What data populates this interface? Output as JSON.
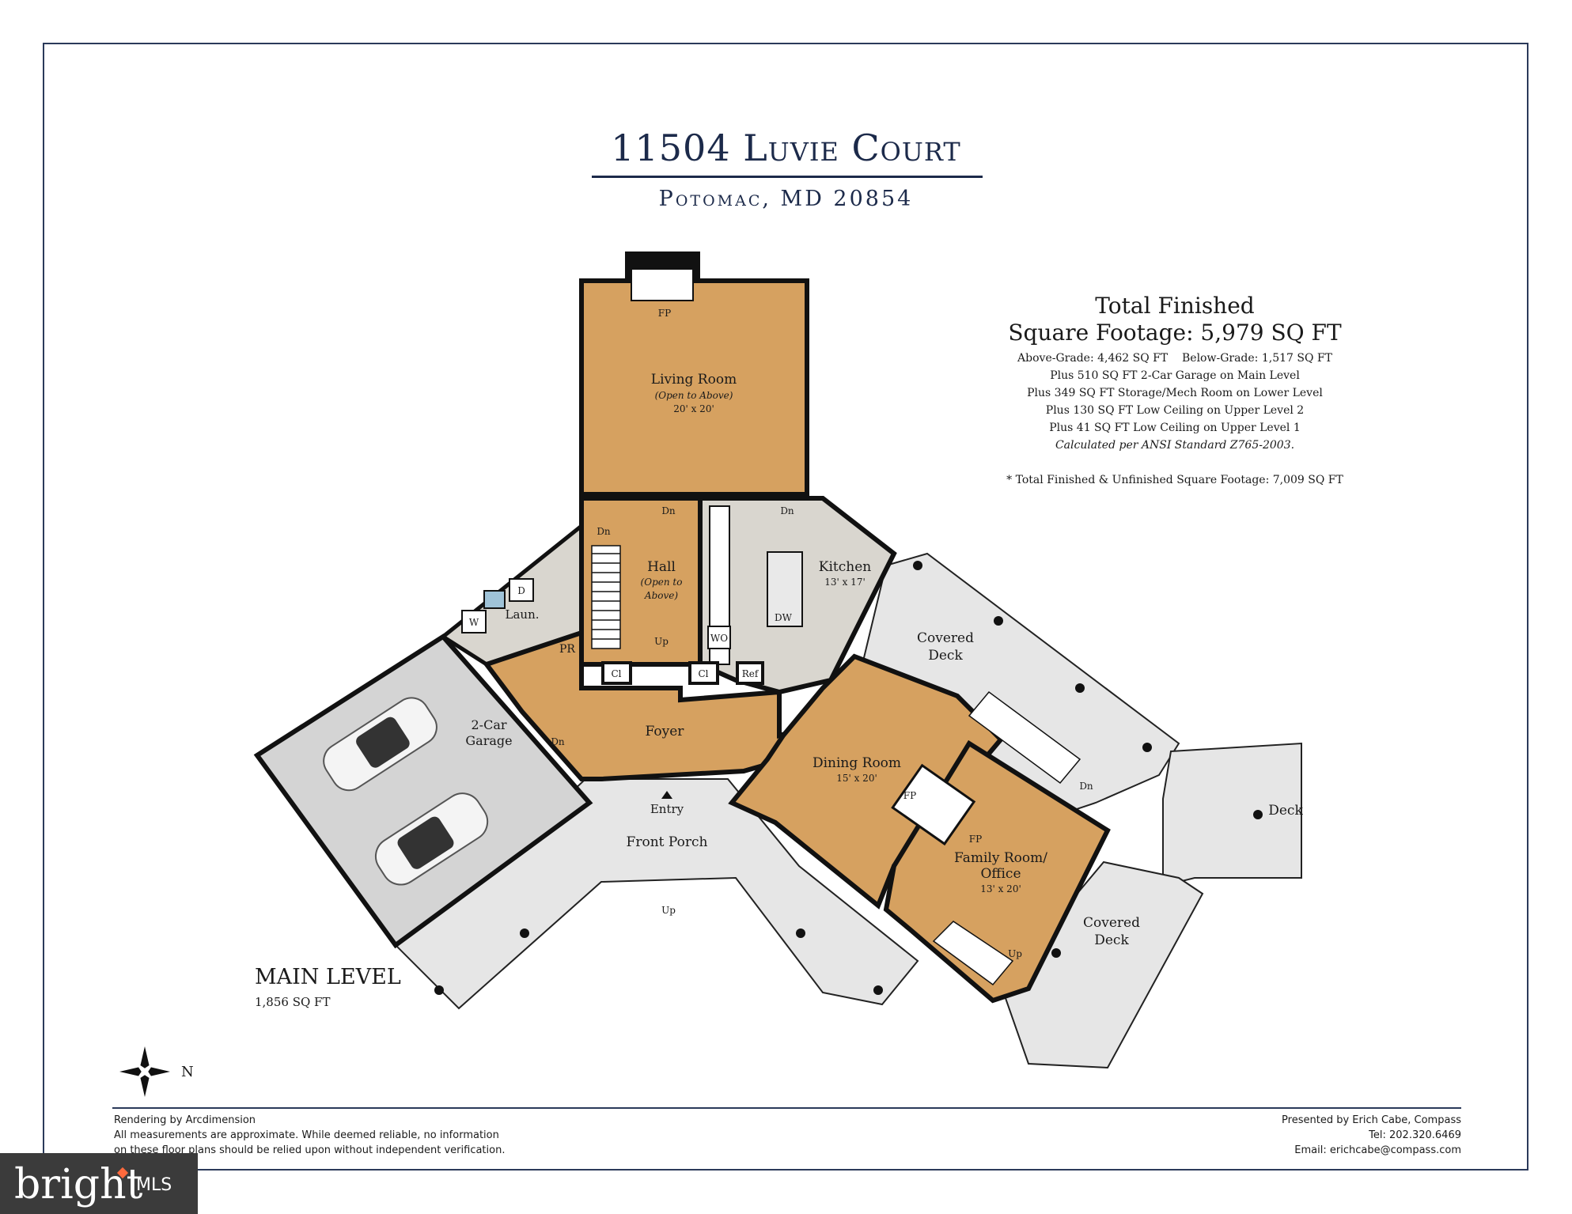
{
  "header": {
    "address": "11504 Luvie Court",
    "city": "Potomac, MD 20854"
  },
  "square_footage": {
    "heading_line1": "Total Finished",
    "heading_line2": "Square Footage: 5,979 SQ FT",
    "lines": [
      "Above-Grade: 4,462 SQ FT    Below-Grade: 1,517 SQ FT",
      "Plus 510 SQ FT 2-Car Garage on Main Level",
      "Plus 349 SQ FT Storage/Mech Room on Lower Level",
      "Plus 130 SQ FT Low Ceiling on Upper Level 2",
      "Plus 41 SQ FT Low Ceiling on Upper Level 1",
      "Calculated per ANSI Standard Z765-2003."
    ],
    "total_note": "* Total Finished & Unfinished Square Footage: 7,009 SQ FT"
  },
  "level": {
    "name": "MAIN LEVEL",
    "area": "1,856 SQ FT"
  },
  "rooms": {
    "living_room": {
      "name": "Living Room",
      "note": "(Open to Above)",
      "dims": "20' x 20'"
    },
    "hall": {
      "name": "Hall",
      "note1": "(Open to",
      "note2": "Above)"
    },
    "kitchen": {
      "name": "Kitchen",
      "dims": "13' x 17'"
    },
    "laundry": {
      "name": "Laun."
    },
    "garage": {
      "name1": "2-Car",
      "name2": "Garage"
    },
    "foyer": {
      "name": "Foyer"
    },
    "dining_room": {
      "name": "Dining Room",
      "dims": "15' x 20'"
    },
    "family_room": {
      "name1": "Family Room/",
      "name2": "Office",
      "dims": "13' x 20'"
    },
    "covered_deck_top": {
      "name1": "Covered",
      "name2": "Deck"
    },
    "covered_deck_bottom": {
      "name1": "Covered",
      "name2": "Deck"
    },
    "deck": {
      "name": "Deck"
    },
    "front_porch": {
      "name": "Front Porch"
    },
    "entry": {
      "name": "Entry"
    },
    "powder_room": {
      "name": "PR"
    }
  },
  "fixtures": {
    "fp": "FP",
    "dn": "Dn",
    "up": "Up",
    "cl": "Cl",
    "ref": "Ref",
    "dw": "DW",
    "wo": "WO",
    "w": "W",
    "d": "D"
  },
  "compass": {
    "north": "N"
  },
  "footer": {
    "left": [
      "Rendering by Arcdimension",
      "All measurements are approximate. While deemed reliable, no information",
      "on these floor plans should be relied upon without independent verification."
    ],
    "right": [
      "Presented by Erich Cabe, Compass",
      "Tel: 202.320.6469",
      "Email: erichcabe@compass.com"
    ]
  },
  "brand": {
    "name": "bright",
    "suffix": "MLS"
  },
  "colors": {
    "wood_floor": "#d6a160",
    "tile_floor": "#d9d6cf",
    "deck": "#e6e6e6",
    "garage": "#d4d4d4",
    "wall": "#111111",
    "navy": "#1c2a4a"
  }
}
